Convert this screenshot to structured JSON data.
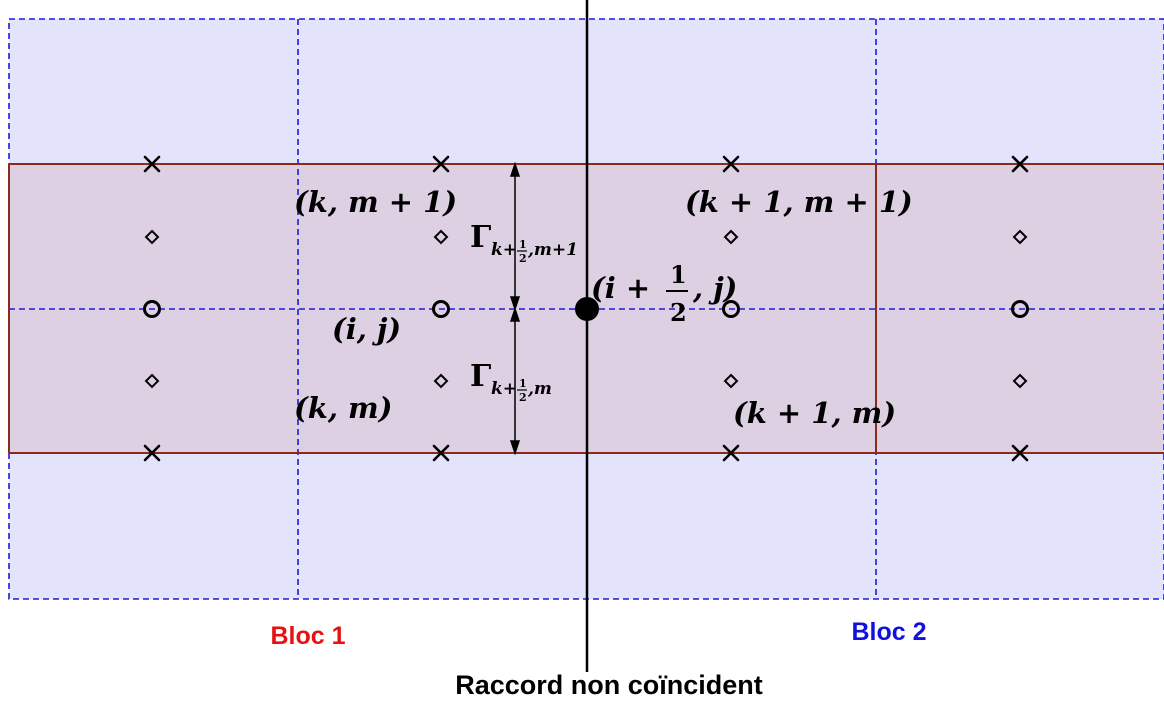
{
  "colors": {
    "bloc_fill": "#e3e3fb",
    "cell_fill": "#dcd0e2",
    "dashed_line": "#1a1add",
    "cell_border": "#8b2a1a",
    "bloc1_label": "#e81010",
    "bloc2_label": "#1010e0",
    "ink": "#000000"
  },
  "markers": {
    "cross": "×",
    "circle": "○",
    "diamond": "◇",
    "interface_point": "●"
  },
  "labels": {
    "bloc1": "Bloc 1",
    "bloc2": "Bloc 2",
    "interface": "Raccord non coïncident"
  },
  "math": {
    "k_m1": "(k, m + 1)",
    "k1_m1": "(k + 1, m + 1)",
    "k_m": "(k, m)",
    "k1_m": "(k + 1, m)",
    "i_j": "(i, j)",
    "half_pre": "(i +",
    "half_num": "1",
    "half_den": "2",
    "half_post": ", j)",
    "gamma": "Γ",
    "gamma_sub_pre": "k+",
    "gamma_sub_num": "1",
    "gamma_sub_den": "2",
    "gamma_sub_top_post": ",m+1",
    "gamma_sub_bottom_post": ",m"
  }
}
